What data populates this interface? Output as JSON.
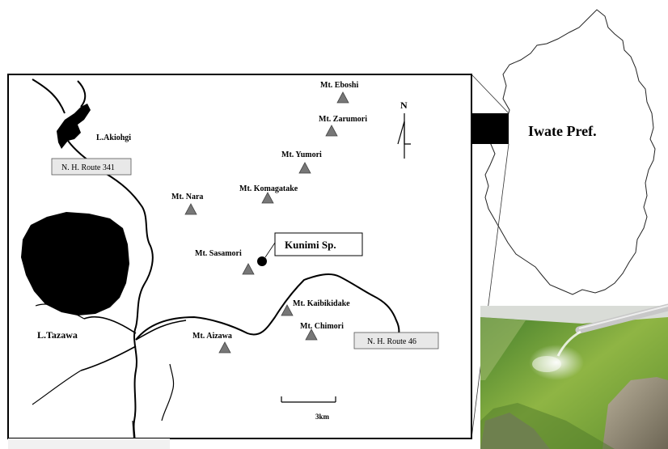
{
  "prefecture": "Iwate Pref.",
  "spring": "Kunimi Sp.",
  "lakes": {
    "akiohgi": "L.Akiohgi",
    "tazawa": "L.Tazawa"
  },
  "routes": {
    "r341": "N. H. Route 341",
    "r46": "N. H. Route 46"
  },
  "north": "N",
  "scale": "3km",
  "mountains": {
    "eboshi": "Mt. Eboshi",
    "zarumori": "Mt. Zarumori",
    "yumori": "Mt. Yumori",
    "komagatake": "Mt. Komagatake",
    "nara": "Mt. Nara",
    "sasamori": "Mt. Sasamori",
    "kaibikidake": "Mt. Kaibikidake",
    "chimori": "Mt. Chimori",
    "aizawa": "Mt. Aizawa"
  },
  "colors": {
    "mountain": "#777777",
    "photo_water": "#7fa93a"
  }
}
